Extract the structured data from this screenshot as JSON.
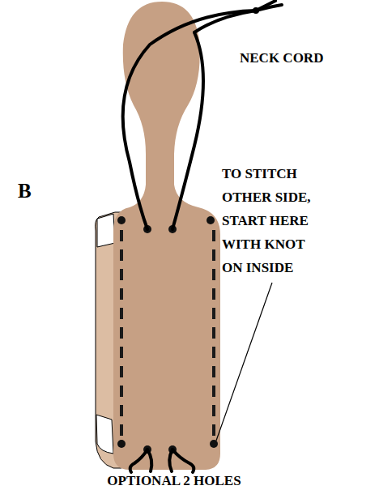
{
  "diagram": {
    "labels": [
      "B",
      "NECK CORD",
      "TO STITCH OTHER SIDE, START HERE WITH KNOT ON INSIDE",
      "OPTIONAL 2 HOLES"
    ]
  }
}
